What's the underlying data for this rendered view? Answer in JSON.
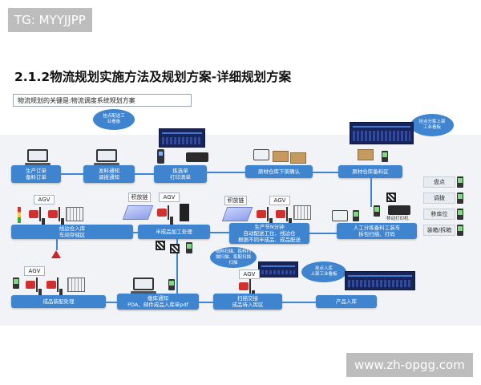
{
  "watermark_top": "TG: MYYJJPP",
  "watermark_bottom": "www.zh-opgg.com",
  "slide": {
    "title": "2.1.2物流规划实施方法及规划方案-详细规划方案",
    "key_statement": "物流规划的关键是:物流调度系统规划方案"
  },
  "bubbles": {
    "top_left": [
      "挂点配送工",
      "业看板"
    ],
    "top_right": [
      "挂点分拣上架",
      "工业看板"
    ],
    "mid": [
      "收料扫描、拣料扫",
      "描扫描、拣配扫描",
      "扫描"
    ],
    "bottom": [
      "挂点入库",
      "上架工业看板"
    ]
  },
  "row1": {
    "b1": [
      "生产订单",
      "备料订单"
    ],
    "b2": [
      "发料通知",
      "调拨通知"
    ],
    "b3": [
      "拣选单",
      "打印清单"
    ],
    "b4": "原材仓库下架确认",
    "b5": "原材仓库备料区"
  },
  "side_labels": [
    "盘点",
    "调拨",
    "移库位",
    "装箱/拆箱"
  ],
  "row2": {
    "agv1": "AGV",
    "chain1": "积放链",
    "agv2": "AGV",
    "chain2": "积放链",
    "agv3": "AGV",
    "mobile_print": "移动打印机",
    "line_box": [
      "线边仓入库",
      "车间存储区"
    ],
    "semi_box": "半成品加工处理",
    "prod_box": [
      "生产节N分钟",
      "自动配送工位、线边仓",
      "根据不同半成品、成品配送"
    ],
    "pick_box": [
      "人工分拣备料工装车",
      "拆包扫描、打码"
    ]
  },
  "row3": {
    "agv4": "AGV",
    "agv5": "AGV",
    "assembly": "成品装配处理",
    "notice": [
      "缴库通知",
      "PDA、邮件成品入库单pdf"
    ],
    "scan": [
      "扫描交接",
      "成品待入库区"
    ],
    "warehouse": "产品入库"
  }
}
